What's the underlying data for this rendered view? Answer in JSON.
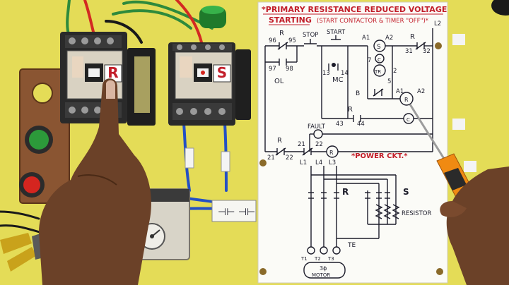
{
  "diagram": {
    "title_line1": "*PRIMARY RESISTANCE REDUCED VOLTAGE",
    "title_line2": "STARTING",
    "title_note": "(START CONTACTOR & TIMER \"OFF\")*",
    "label_r": "R",
    "label_stop": "STOP",
    "label_start": "START",
    "label_ol": "OL",
    "label_mc": "MC",
    "label_fault": "FAULT",
    "label_power": "*POWER CKT.*",
    "label_resistor": "RESISTOR",
    "label_te": "TE",
    "label_motor_num": "3ϕ",
    "label_motor": "MOTOR",
    "label_s": "S",
    "label_tr": "TR",
    "label_c": "C",
    "label_a1": "A1",
    "label_a2": "A2",
    "label_l2": "L2",
    "label_l1": "L1",
    "label_l3": "L3",
    "label_l4": "L4",
    "label_b": "B",
    "label_t1": "T1",
    "label_t2": "T2",
    "label_t3": "T3",
    "num_96": "96",
    "num_95": "95",
    "num_97": "97",
    "num_98": "98",
    "num_13": "13",
    "num_14": "14",
    "num_43": "43",
    "num_44": "44",
    "num_21": "21",
    "num_22": "22",
    "num_31": "31",
    "num_32": "32",
    "num_5": "5",
    "num_7": "7",
    "num_2": "2"
  },
  "contactor_left": {
    "label": "R"
  },
  "contactor_right": {
    "label": "S"
  },
  "colors": {
    "board": "#e4dc57",
    "paper": "#fbfbf7",
    "ink": "#1c1c2a",
    "red_ink": "#c21e2a",
    "wire_blue": "#2450c4",
    "wire_green": "#2e8a3c",
    "wire_red": "#d32a22",
    "screwdriver": "#f08a12"
  }
}
